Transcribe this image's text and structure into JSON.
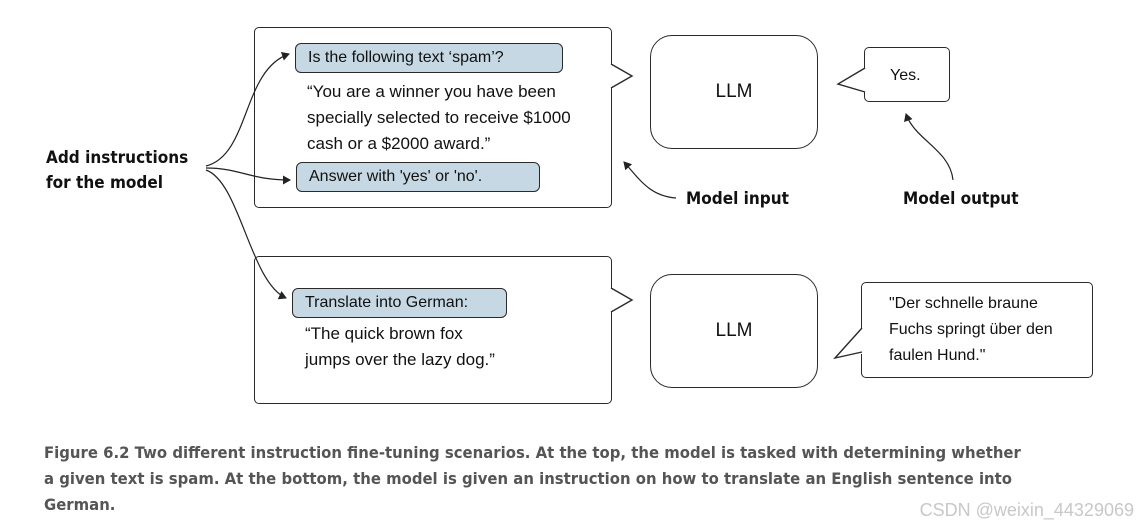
{
  "top": {
    "question_tag": "Is the following text ‘spam’?",
    "input_lines": [
      "“You are a winner you have been",
      "specially selected to receive $1000",
      "cash or a $2000 award.”"
    ],
    "answer_tag": "Answer with 'yes' or 'no'.",
    "llm_label": "LLM",
    "output_text": "Yes."
  },
  "bottom": {
    "instruction_tag": "Translate into German:",
    "input_lines": [
      "“The quick brown fox",
      "jumps over the lazy dog.”"
    ],
    "llm_label": "LLM",
    "output_lines": [
      "\"Der schnelle braune",
      "Fuchs springt über den",
      "faulen Hund.\""
    ]
  },
  "labels": {
    "instructions": [
      "Add instructions",
      "for the model"
    ],
    "model_input": "Model input",
    "model_output": "Model output"
  },
  "caption": "Figure 6.2   Two different instruction fine-tuning scenarios. At the top, the model is tasked with determining whether a given text is spam. At the bottom, the model is given an instruction on how to translate an English sentence into German.",
  "watermark": "CSDN @weixin_44329069",
  "colors": {
    "tag_fill": "#c6d8e3",
    "stroke": "#2a2a2a",
    "caption": "#555555"
  }
}
